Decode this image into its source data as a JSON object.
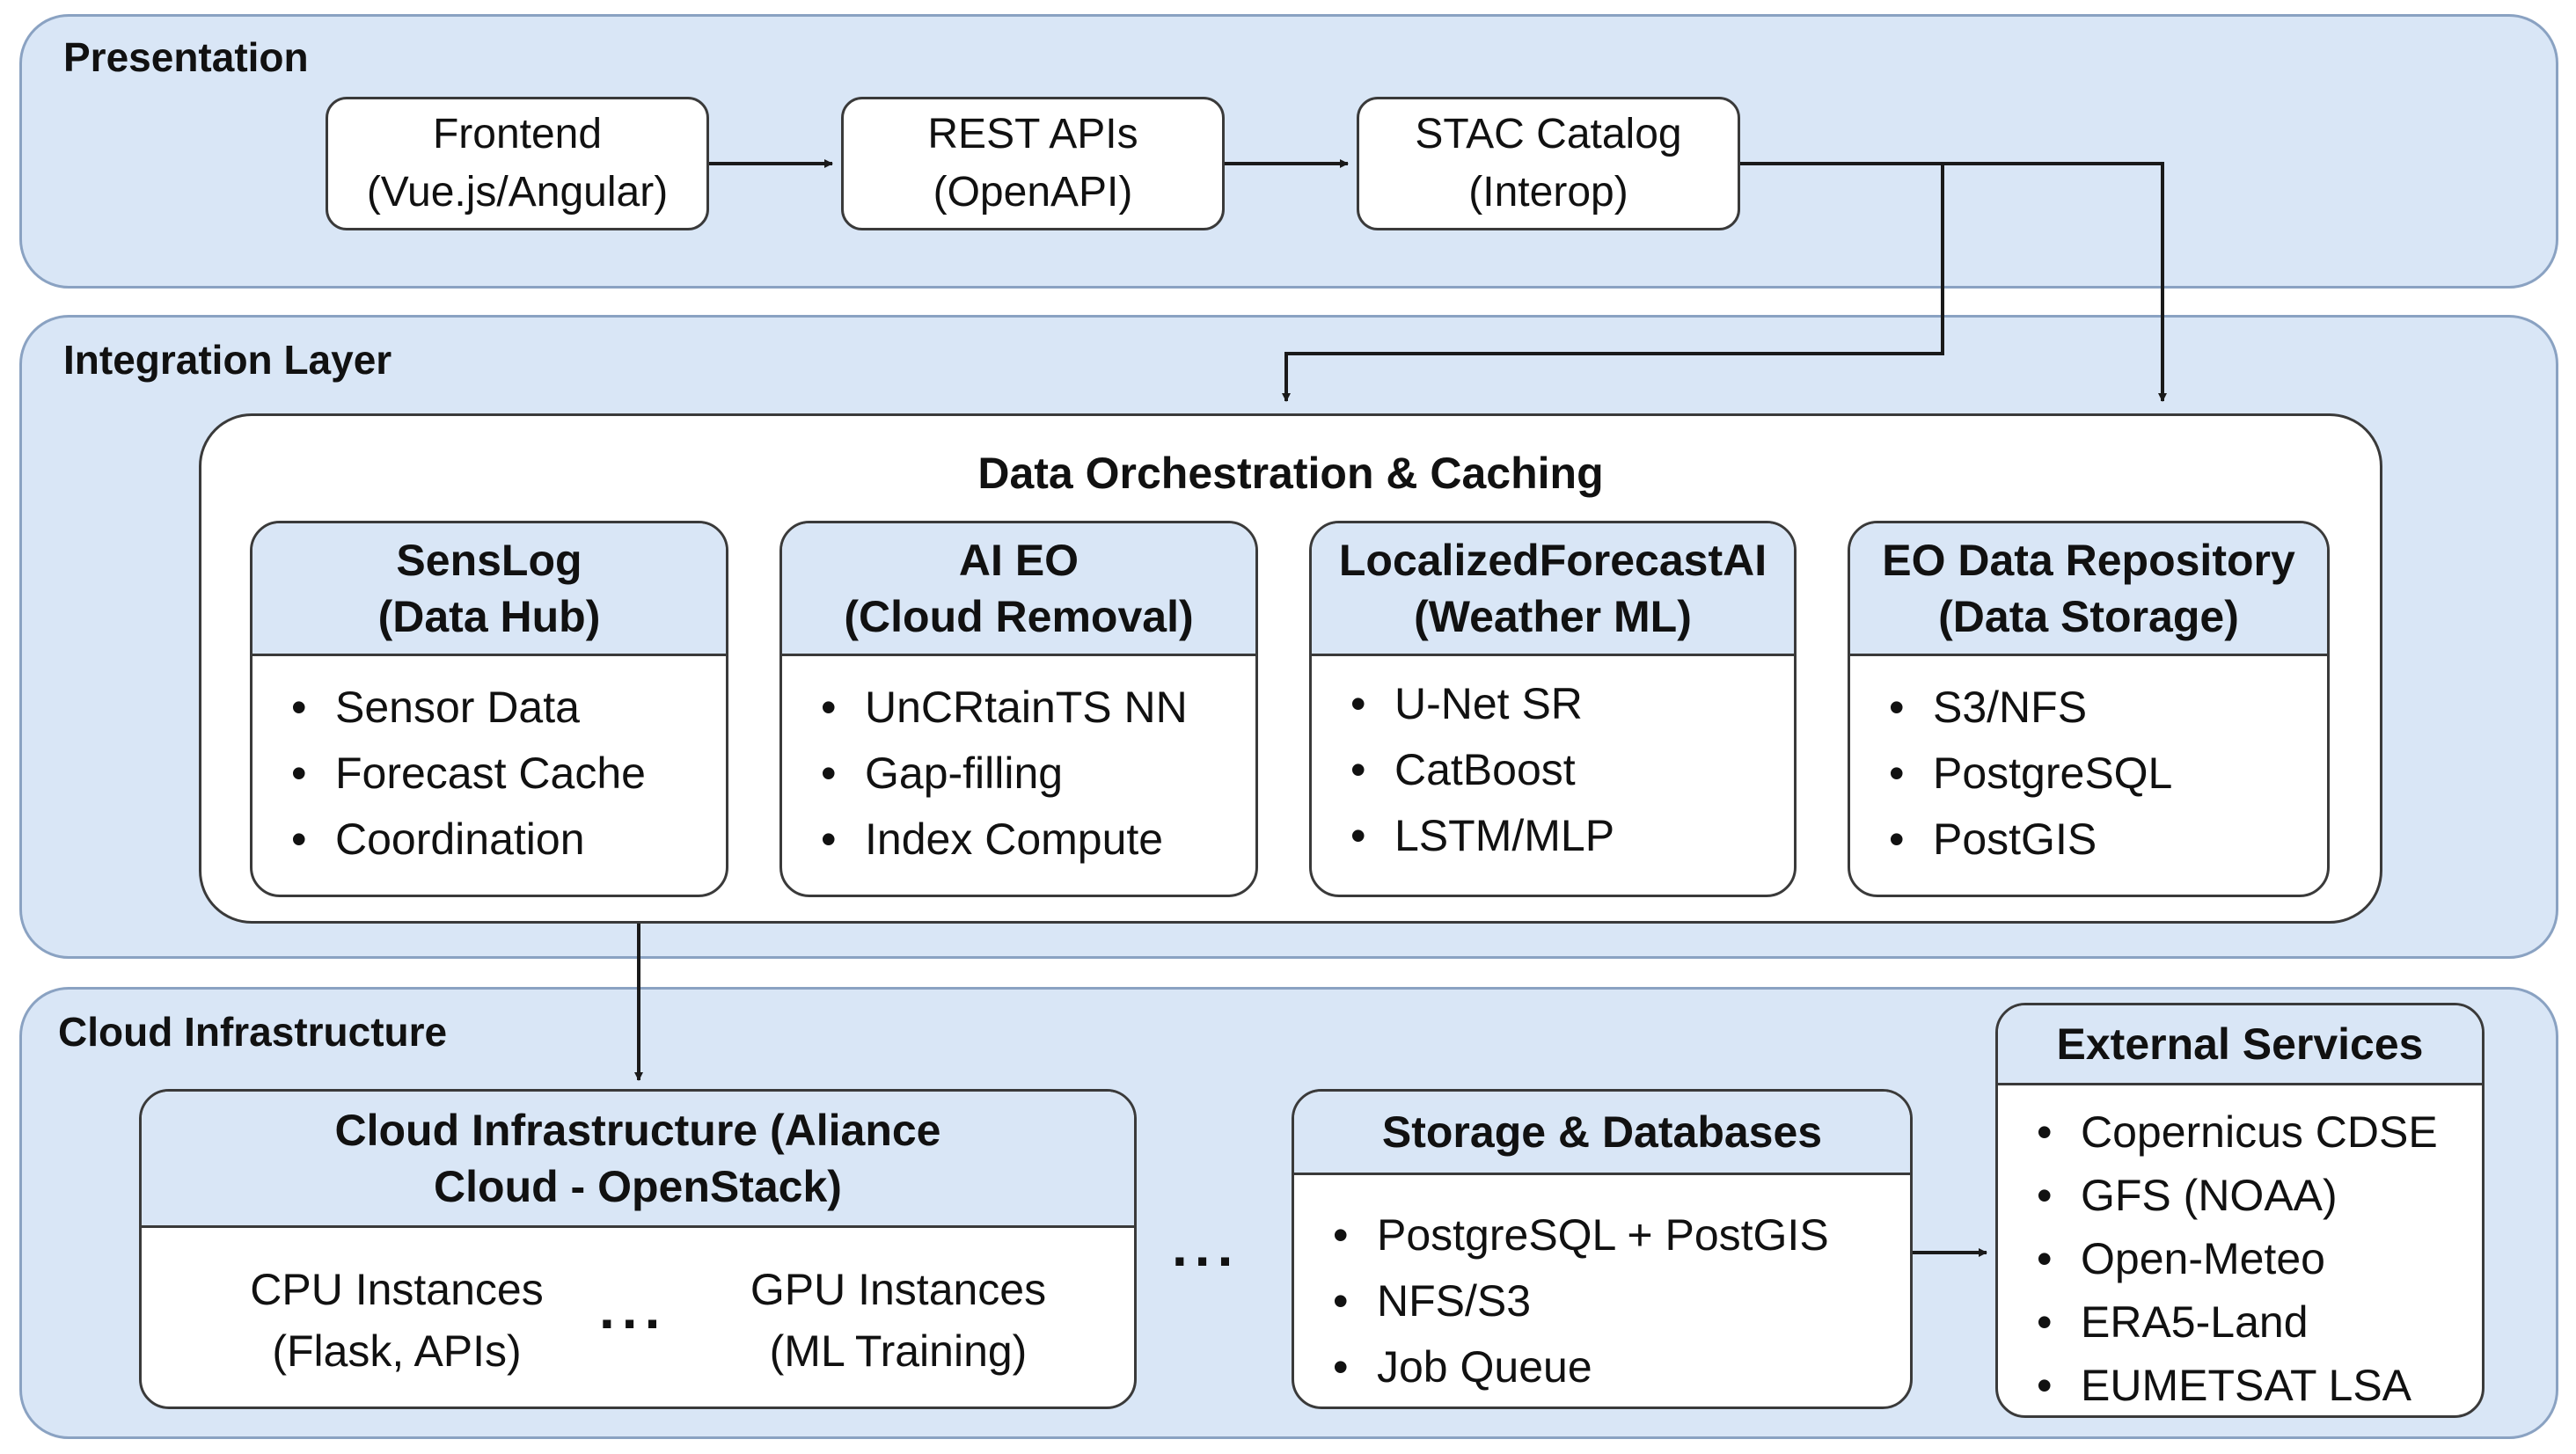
{
  "layers": {
    "presentation": "Presentation",
    "integration": "Integration Layer",
    "cloud": "Cloud Infrastructure"
  },
  "presentation_nodes": [
    {
      "line1": "Frontend",
      "line2": "(Vue.js/Angular)"
    },
    {
      "line1": "REST APIs",
      "line2": "(OpenAPI)"
    },
    {
      "line1": "STAC Catalog",
      "line2": "(Interop)"
    }
  ],
  "orchestration_title": "Data Orchestration & Caching",
  "modules": [
    {
      "title1": "SensLog",
      "title2": "(Data Hub)",
      "items": [
        "Sensor Data",
        "Forecast Cache",
        "Coordination"
      ]
    },
    {
      "title1": "AI EO",
      "title2": "(Cloud Removal)",
      "items": [
        "UnCRtainTS NN",
        "Gap-filling",
        "Index Compute"
      ]
    },
    {
      "title1": "LocalizedForecastAI",
      "title2": "(Weather ML)",
      "items": [
        "U-Net SR",
        "CatBoost",
        "LSTM/MLP"
      ]
    },
    {
      "title1": "EO Data Repository",
      "title2": "(Data Storage)",
      "items": [
        "S3/NFS",
        "PostgreSQL",
        "PostGIS"
      ]
    }
  ],
  "cloud_infra": {
    "title1": "Cloud Infrastructure (Aliance",
    "title2": "Cloud - OpenStack)",
    "cpu": {
      "line1": "CPU Instances",
      "line2": "(Flask, APIs)"
    },
    "gpu": {
      "line1": "GPU Instances",
      "line2": "(ML Training)"
    },
    "ellipsis": "..."
  },
  "between_ellipsis": "...",
  "storage": {
    "title": "Storage & Databases",
    "items": [
      "PostgreSQL + PostGIS",
      "NFS/S3",
      "Job Queue"
    ]
  },
  "external": {
    "title": "External Services",
    "items": [
      "Copernicus CDSE",
      "GFS (NOAA)",
      "Open-Meteo",
      "ERA5-Land",
      "EUMETSAT LSA"
    ]
  },
  "colors": {
    "layer_fill": "#d9e6f6",
    "layer_border": "#8aa2c2",
    "box_border": "#3a3a3a",
    "arrow": "#1a1a1a"
  }
}
